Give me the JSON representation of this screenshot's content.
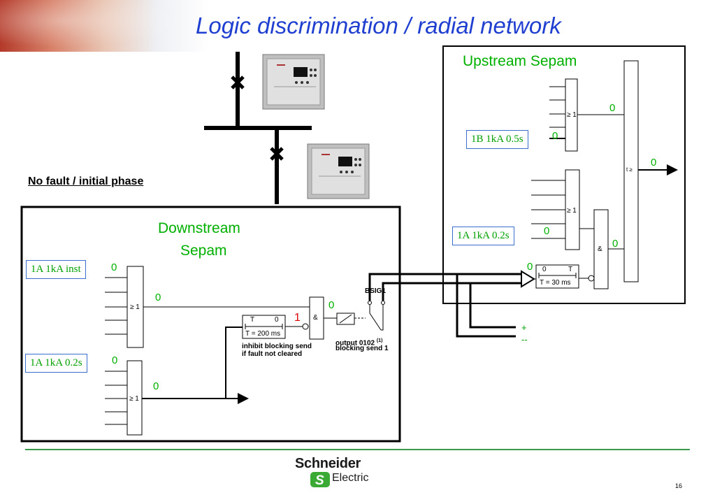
{
  "title": "Logic discrimination / radial network",
  "caption": "No fault / initial phase",
  "upstream": {
    "label": "Upstream Sepam",
    "prot_1b": "1B 1kA 0.5s",
    "prot_1a": "1A 1kA 0.2s",
    "timer_t": "T",
    "timer_zero": "0",
    "timer_val": "T = 30 ms",
    "or_label": "≥ 1",
    "and_label": "&",
    "out_label": "t ≥",
    "zero": "0",
    "plus": "+",
    "minus": "--"
  },
  "downstream": {
    "label_line1": "Downstream",
    "label_line2": "Sepam",
    "prot_inst": "1A 1kA inst",
    "prot_02s": "1A 1kA 0.2s",
    "timer_t": "T",
    "timer_zero": "0",
    "timer_val": "T = 200 ms",
    "inhibit_1": "inhibit blocking send",
    "inhibit_2": "if fault not cleared",
    "one": "1",
    "and_label": "&",
    "or_label": "≥ 1",
    "bsig": "BSIG1",
    "out_1": "output 0102",
    "out_sup": "(1)",
    "out_2": "blocking send 1",
    "zero": "0"
  },
  "footer": {
    "logo_top": "Schneider",
    "logo_bottom": "Electric",
    "page": "16"
  },
  "colors": {
    "title": "#1f3fd0",
    "signal_zero": "#00b000",
    "signal_one": "#e00000",
    "footer_rule": "#3a9a4a"
  }
}
